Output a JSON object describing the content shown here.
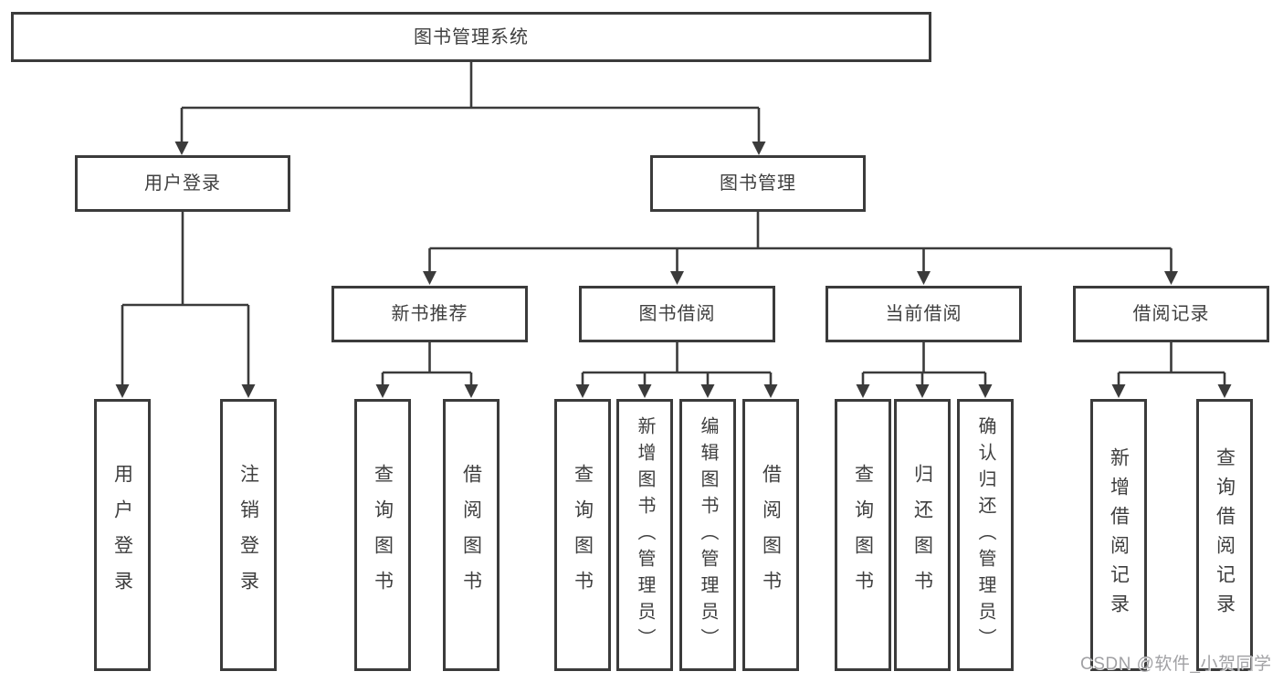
{
  "colors": {
    "line": "#3b3b3b",
    "text": "#3f3f3f",
    "watermark": "#a1a1a4",
    "background": "#ffffff"
  },
  "tree": {
    "label": "图书管理系统",
    "children": [
      {
        "label": "用户登录",
        "children": [
          {
            "label": "用户登录"
          },
          {
            "label": "注销登录"
          }
        ]
      },
      {
        "label": "图书管理",
        "children": [
          {
            "label": "新书推荐",
            "children": [
              {
                "label": "查询图书"
              },
              {
                "label": "借阅图书"
              }
            ]
          },
          {
            "label": "图书借阅",
            "children": [
              {
                "label": "查询图书"
              },
              {
                "label": "新增图书（管理员）"
              },
              {
                "label": "编辑图书（管理员）"
              },
              {
                "label": "借阅图书"
              }
            ]
          },
          {
            "label": "当前借阅",
            "children": [
              {
                "label": "查询图书"
              },
              {
                "label": "归还图书"
              },
              {
                "label": "确认归还（管理员）"
              }
            ]
          },
          {
            "label": "借阅记录",
            "children": [
              {
                "label": "新增借阅记录"
              },
              {
                "label": "查询借阅记录"
              }
            ]
          }
        ]
      }
    ]
  },
  "watermark": {
    "text": "CSDN @软件_小贺同学"
  }
}
